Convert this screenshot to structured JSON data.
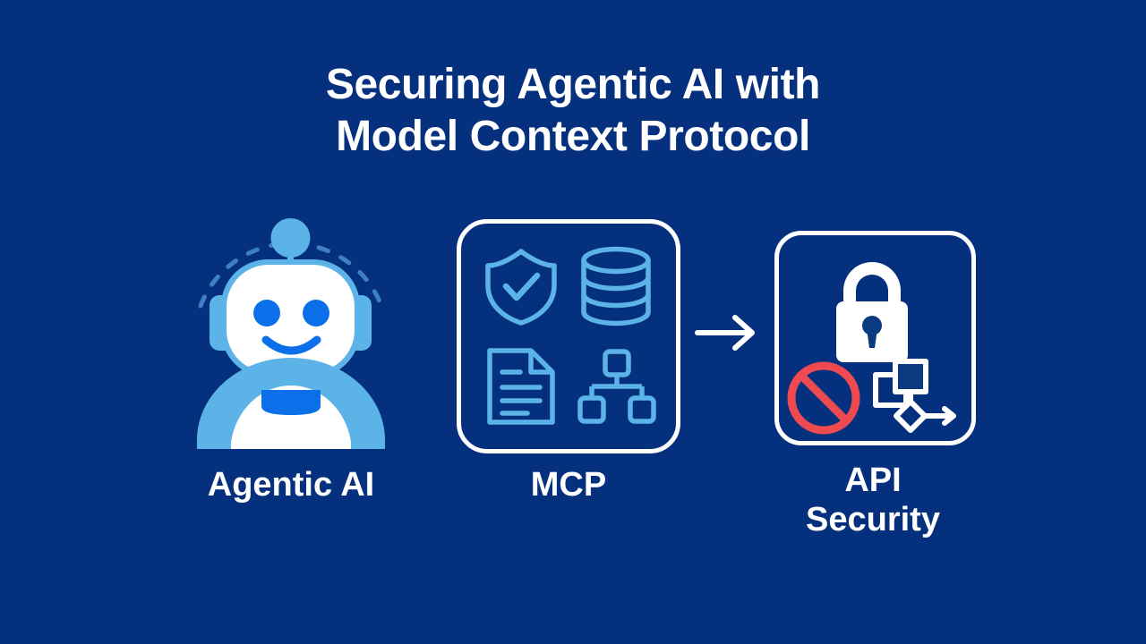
{
  "background_color": "#05307d",
  "title": {
    "line1": "Securing Agentic AI with",
    "line2": "Model Context Protocol"
  },
  "colors": {
    "background": "#05307d",
    "white": "#ffffff",
    "light_blue": "#5bb3e8",
    "mid_blue": "#4da6e6",
    "bright_blue": "#0a6fe8",
    "red": "#ef4a4f"
  },
  "nodes": [
    {
      "id": "agentic-ai",
      "label": "Agentic AI",
      "icon": "robot-avatar-icon",
      "icons": [
        "robot-antenna-icon",
        "robot-head-icon",
        "robot-eyes-icon",
        "robot-smile-icon",
        "robot-ears-icon",
        "robot-body-icon",
        "dashed-arc-icon"
      ]
    },
    {
      "id": "mcp",
      "label": "MCP",
      "icon": "mcp-box-icon",
      "icons": [
        "shield-check-icon",
        "database-icon",
        "document-icon",
        "hierarchy-icon"
      ]
    },
    {
      "id": "api-security",
      "label_line1": "API",
      "label_line2": "Security",
      "icon": "api-security-box-icon",
      "icons": [
        "padlock-icon",
        "prohibition-icon",
        "flowchart-icon"
      ]
    }
  ],
  "connector": {
    "icon": "arrow-right-icon",
    "from": "mcp",
    "to": "api-security"
  }
}
